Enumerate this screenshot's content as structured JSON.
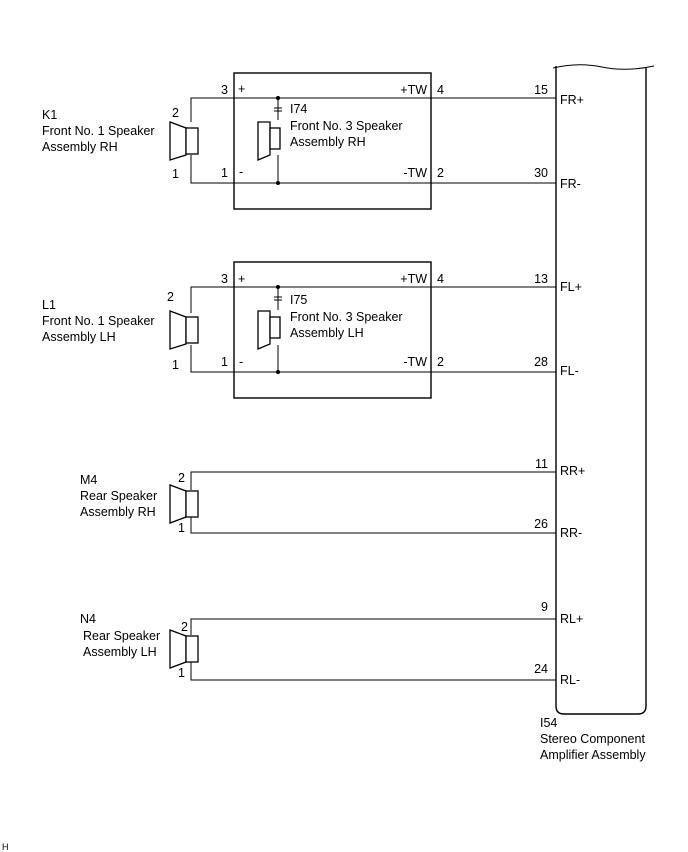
{
  "amplifier": {
    "code": "I54",
    "name_line1": "Stereo Component",
    "name_line2": "Amplifier Assembly",
    "pins": [
      {
        "num": "15",
        "label": "FR+"
      },
      {
        "num": "30",
        "label": "FR-"
      },
      {
        "num": "13",
        "label": "FL+"
      },
      {
        "num": "28",
        "label": "FL-"
      },
      {
        "num": "11",
        "label": "RR+"
      },
      {
        "num": "26",
        "label": "RR-"
      },
      {
        "num": "9",
        "label": "RL+"
      },
      {
        "num": "24",
        "label": "RL-"
      }
    ]
  },
  "tweeter_boxes": [
    {
      "code": "I74",
      "name_line1": "Front No. 3 Speaker",
      "name_line2": "Assembly RH",
      "pin_in_pos": "3",
      "pin_in_neg": "1",
      "pin_out_pos": "4",
      "pin_out_neg": "2",
      "plus": "+",
      "minus": "-",
      "tw_pos": "+TW",
      "tw_neg": "-TW"
    },
    {
      "code": "I75",
      "name_line1": "Front No. 3 Speaker",
      "name_line2": "Assembly LH",
      "pin_in_pos": "3",
      "pin_in_neg": "1",
      "pin_out_pos": "4",
      "pin_out_neg": "2",
      "plus": "+",
      "minus": "-",
      "tw_pos": "+TW",
      "tw_neg": "-TW"
    }
  ],
  "speakers": [
    {
      "code": "K1",
      "name_line1": "Front No. 1 Speaker",
      "name_line2": "Assembly RH",
      "pin_top": "2",
      "pin_bottom": "1"
    },
    {
      "code": "L1",
      "name_line1": "Front No. 1 Speaker",
      "name_line2": "Assembly LH",
      "pin_top": "2",
      "pin_bottom": "1"
    },
    {
      "code": "M4",
      "name_line1": "Rear Speaker",
      "name_line2": "Assembly RH",
      "pin_top": "2",
      "pin_bottom": "1"
    },
    {
      "code": "N4",
      "name_line1": "Rear Speaker",
      "name_line2": "Assembly LH",
      "pin_top": "2",
      "pin_bottom": "1"
    }
  ],
  "footer_mark": "H"
}
